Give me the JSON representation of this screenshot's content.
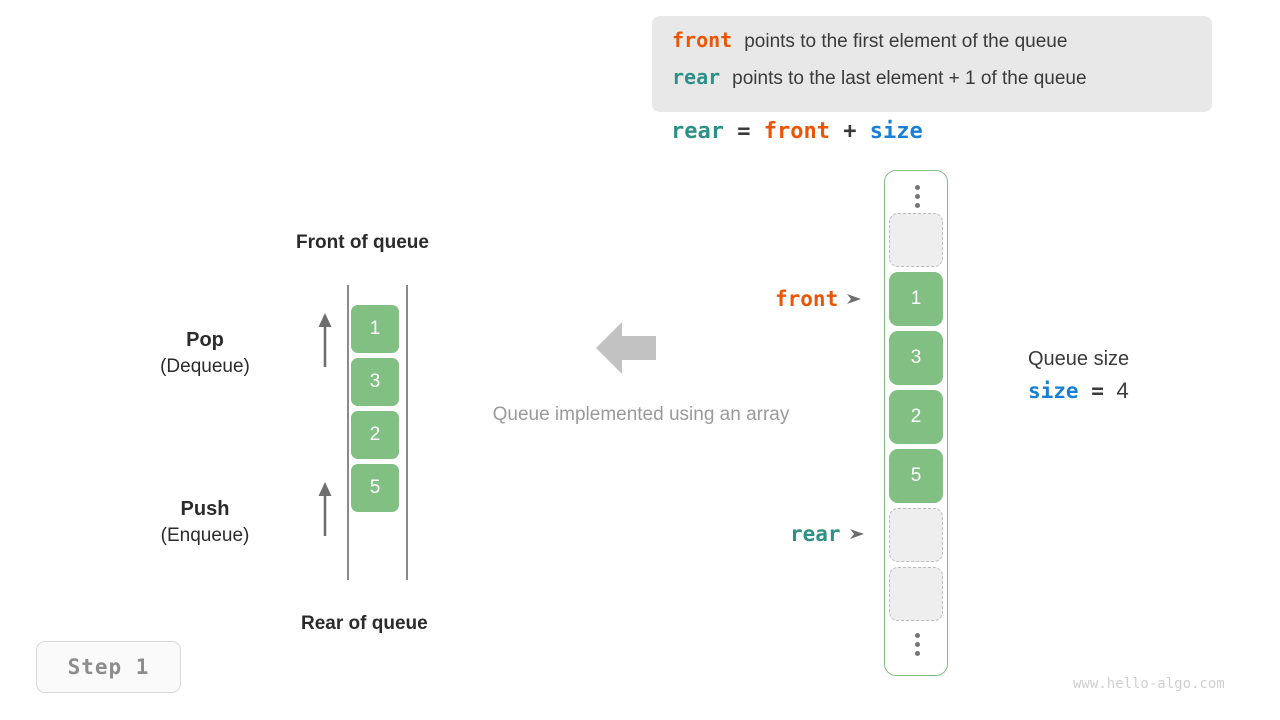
{
  "legend": {
    "rows": [
      {
        "keyword": "front",
        "keyword_color": "#ea5506",
        "text": "points to the first element of the queue"
      },
      {
        "keyword": "rear",
        "keyword_color": "#2e9187",
        "text": "points to the last element + 1 of the queue"
      }
    ]
  },
  "formula": {
    "lhs": "rear",
    "eq": " = ",
    "op1": "front",
    "plus": " + ",
    "op2": "size"
  },
  "abstract_queue": {
    "top_label": "Front of queue",
    "bottom_label": "Rear of queue",
    "cells": [
      "1",
      "3",
      "2",
      "5"
    ],
    "pop": {
      "title": "Pop",
      "subtitle": "(Dequeue)"
    },
    "push": {
      "title": "Push",
      "subtitle": "(Enqueue)"
    }
  },
  "center": {
    "caption": "Queue implemented using an array",
    "arrow_icon": "left-arrow-icon"
  },
  "array_view": {
    "slots": [
      {
        "kind": "ellipsis",
        "value": ""
      },
      {
        "kind": "empty",
        "value": ""
      },
      {
        "kind": "filled",
        "value": "1"
      },
      {
        "kind": "filled",
        "value": "3"
      },
      {
        "kind": "filled",
        "value": "2"
      },
      {
        "kind": "filled",
        "value": "5"
      },
      {
        "kind": "empty",
        "value": ""
      },
      {
        "kind": "empty",
        "value": ""
      },
      {
        "kind": "ellipsis",
        "value": ""
      }
    ],
    "pointers": {
      "front": {
        "label": "front",
        "color": "#ea5506"
      },
      "rear": {
        "label": "rear",
        "color": "#2e9187"
      }
    }
  },
  "size_info": {
    "label": "Queue size",
    "var": "size",
    "expr": " = ",
    "value": "4"
  },
  "step_badge": {
    "label": "Step 1"
  },
  "watermark": {
    "text": "www.hello-algo.com"
  },
  "colors": {
    "element_green": "#81bf82",
    "front_orange": "#ea5506",
    "rear_teal": "#2e9187",
    "size_blue": "#1a7fd4",
    "legend_bg": "#e8e8e8",
    "muted_gray": "#9a9a9a"
  }
}
